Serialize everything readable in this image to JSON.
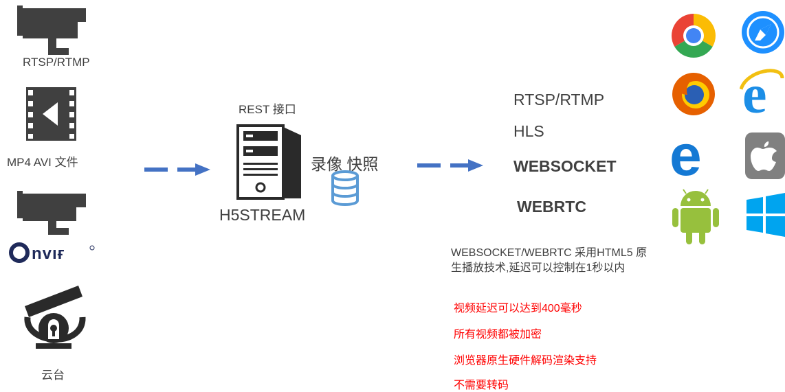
{
  "sources": {
    "camera_label": "RTSP/RTMP",
    "file_label": "MP4 AVI 文件",
    "onvif_logo_text": "Onvif",
    "ptz_label": "云台"
  },
  "server": {
    "rest_label": "REST 接口",
    "name": "H5STREAM",
    "storage_label": "录像 快照"
  },
  "protocols": [
    "RTSP/RTMP",
    "HLS",
    "WEBSOCKET",
    "WEBRTC"
  ],
  "description": {
    "line1": "WEBSOCKET/WEBRTC 采用HTML5 原",
    "line2": "生播放技术,延迟可以控制在1秒以内"
  },
  "features": [
    "视频延迟可以达到400毫秒",
    "所有视频都被加密",
    "浏览器原生硬件解码渲染支持",
    "不需要转码"
  ],
  "clients": [
    "chrome-icon",
    "safari-icon",
    "firefox-icon",
    "ie-icon",
    "edge-icon",
    "apple-icon",
    "android-icon",
    "windows-icon"
  ],
  "colors": {
    "arrow": "#4472c4",
    "database": "#5b9bd5",
    "feature_text": "#ff0000",
    "icon_dark": "#404040"
  }
}
